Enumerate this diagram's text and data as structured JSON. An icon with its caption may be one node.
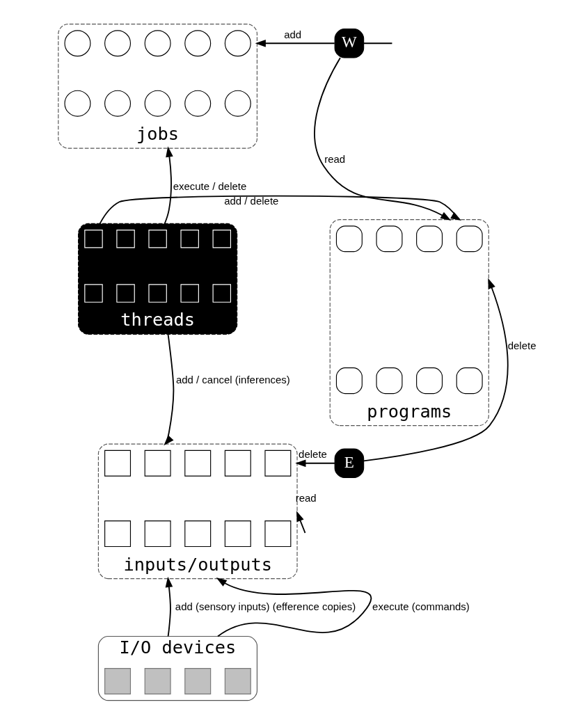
{
  "diagram": {
    "nodes": [
      {
        "text": [
          "jobs"
        ]
      },
      {
        "text": [],
        "shape": "circle",
        "in": 0
      },
      {
        "text": [],
        "shape": "circle",
        "in": 0
      },
      {
        "text": [],
        "shape": "circle",
        "in": 0
      },
      {
        "text": [],
        "shape": "circle",
        "in": 0
      },
      {
        "text": [],
        "shape": "circle",
        "in": 0
      },
      {
        "text": [],
        "shape": "circle",
        "in": 0
      },
      {
        "text": [],
        "shape": "circle",
        "in": 0
      },
      {
        "text": [],
        "shape": "circle",
        "in": 0
      },
      {
        "text": [],
        "shape": "circle",
        "in": 0
      },
      {
        "text": [],
        "shape": "circle",
        "in": 0
      },
      {
        "text": [
          "W"
        ]
      },
      {
        "text": [
          "threads"
        ]
      },
      {
        "text": [],
        "shape": "box",
        "in": 12
      },
      {
        "text": [],
        "shape": "box",
        "in": 12
      },
      {
        "text": [],
        "shape": "box",
        "in": 12
      },
      {
        "text": [],
        "shape": "box",
        "in": 12
      },
      {
        "text": [],
        "shape": "box",
        "in": 12
      },
      {
        "text": [],
        "shape": "box",
        "in": 12
      },
      {
        "text": [],
        "shape": "box",
        "in": 12
      },
      {
        "text": [],
        "shape": "box",
        "in": 12
      },
      {
        "text": [],
        "shape": "box",
        "in": 12
      },
      {
        "text": [],
        "shape": "box",
        "in": 12
      },
      {
        "text": [
          "programs"
        ]
      },
      {
        "text": [],
        "shape": "box",
        "in": 23
      },
      {
        "text": [],
        "shape": "box",
        "in": 23
      },
      {
        "text": [],
        "shape": "box",
        "in": 23
      },
      {
        "text": [],
        "shape": "box",
        "in": 23
      },
      {
        "text": [],
        "shape": "box",
        "in": 23
      },
      {
        "text": [],
        "shape": "box",
        "in": 23
      },
      {
        "text": [],
        "shape": "box",
        "in": 23
      },
      {
        "text": [],
        "shape": "box",
        "in": 23
      },
      {
        "text": [
          "inputs/outputs"
        ]
      },
      {
        "text": [],
        "shape": "box",
        "in": 32
      },
      {
        "text": [],
        "shape": "box",
        "in": 32
      },
      {
        "text": [],
        "shape": "box",
        "in": 32
      },
      {
        "text": [],
        "shape": "box",
        "in": 32
      },
      {
        "text": [],
        "shape": "box",
        "in": 32
      },
      {
        "text": [],
        "shape": "box",
        "in": 32
      },
      {
        "text": [],
        "shape": "box",
        "in": 32
      },
      {
        "text": [],
        "shape": "box",
        "in": 32
      },
      {
        "text": [],
        "shape": "box",
        "in": 32
      },
      {
        "text": [],
        "shape": "box",
        "in": 32
      },
      {
        "text": [
          "E"
        ]
      },
      {
        "text": [
          "I/O devices"
        ]
      },
      {
        "text": [],
        "shape": "box",
        "in": 44
      },
      {
        "text": [],
        "shape": "box",
        "in": 44
      },
      {
        "text": [],
        "shape": "box",
        "in": 44
      },
      {
        "text": [],
        "shape": "box",
        "in": 44
      }
    ],
    "edges": [
      {
        "from": null,
        "to": 11,
        "arrow": "none"
      },
      {
        "from": 11,
        "to": 0,
        "arrow": "to",
        "label": "add"
      },
      {
        "from": 11,
        "to": 23,
        "arrow": "to",
        "label": "read"
      },
      {
        "from": 12,
        "to": 0,
        "arrow": "to",
        "label": "execute / delete"
      },
      {
        "from": 12,
        "to": 23,
        "arrow": "to",
        "label": "add / delete"
      },
      {
        "from": 12,
        "to": 32,
        "arrow": "to",
        "label": "add / cancel (inferences)"
      },
      {
        "from": 43,
        "to": 23,
        "arrow": "to",
        "label": "delete"
      },
      {
        "from": 43,
        "to": 32,
        "arrow": "to",
        "label": "delete"
      },
      {
        "from": null,
        "to": 32,
        "arrow": "to",
        "label": "read"
      },
      {
        "from": 44,
        "to": 32,
        "arrow": "to",
        "label": "add (sensory inputs) (efference copies)"
      },
      {
        "from": 44,
        "to": 32,
        "arrow": "to",
        "label": "execute (commands)"
      }
    ]
  }
}
